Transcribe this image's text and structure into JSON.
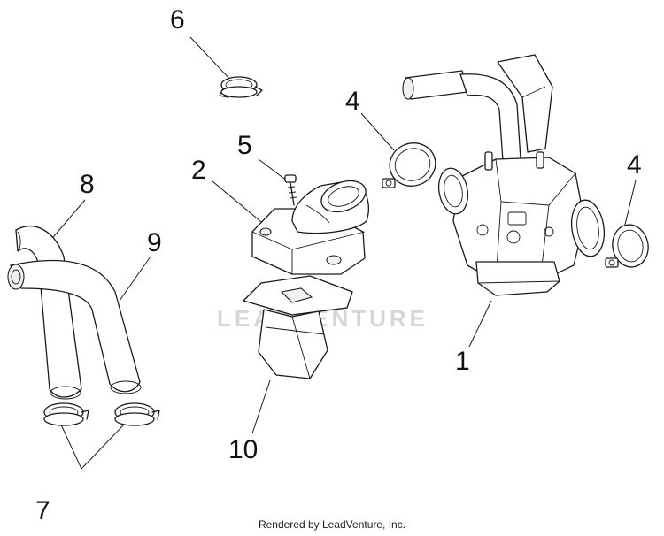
{
  "diagram": {
    "labels": {
      "part_1": "1",
      "part_2": "2",
      "part_4_left": "4",
      "part_4_right": "4",
      "part_5": "5",
      "part_6": "6",
      "part_7": "7",
      "part_8": "8",
      "part_9": "9",
      "part_10": "10"
    },
    "watermark": "LEADVENTURE",
    "footer": "Rendered by LeadVenture, Inc."
  }
}
